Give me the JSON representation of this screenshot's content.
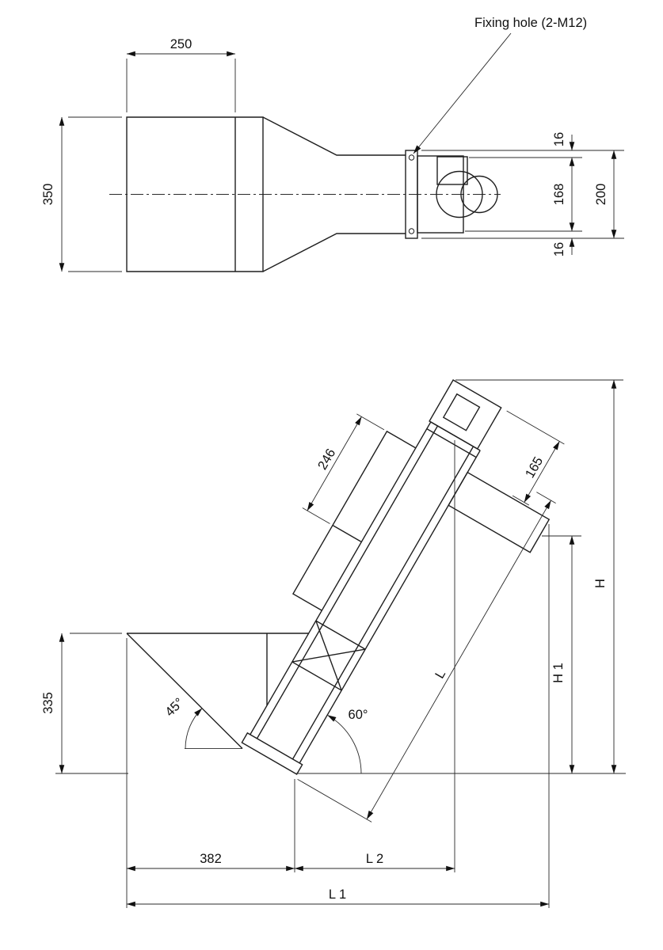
{
  "labels": {
    "fixing_hole": "Fixing hole (2-M12)"
  },
  "top_view": {
    "dim_250": "250",
    "dim_350": "350",
    "dim_16_top": "16",
    "dim_168": "168",
    "dim_200": "200",
    "dim_16_bottom": "16"
  },
  "side_view": {
    "dim_335": "335",
    "dim_382": "382",
    "dim_l2": "L 2",
    "dim_l1": "L 1",
    "dim_246": "246",
    "dim_165": "165",
    "dim_length": "L",
    "dim_h1": "H 1",
    "dim_h": "H",
    "angle_45": "45°",
    "angle_60": "60°"
  },
  "colors": {
    "line": "#1f1f1f",
    "dimension": "#2a2a2a",
    "background": "#ffffff"
  }
}
